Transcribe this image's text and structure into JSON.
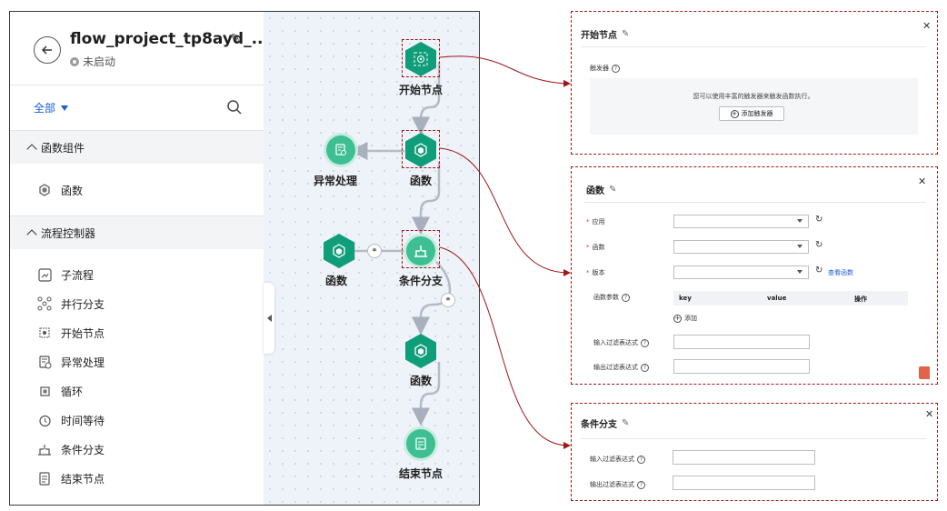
{
  "sidebar": {
    "project_name": "flow_project_tp8ayd_...",
    "status": "未启动",
    "filter_label": "全部",
    "groups": [
      {
        "label": "函数组件",
        "items": [
          {
            "label": "函数",
            "icon": "function-icon"
          }
        ]
      },
      {
        "label": "流程控制器",
        "items": [
          {
            "label": "子流程",
            "icon": "subflow-icon"
          },
          {
            "label": "并行分支",
            "icon": "parallel-branch-icon"
          },
          {
            "label": "开始节点",
            "icon": "start-node-icon"
          },
          {
            "label": "异常处理",
            "icon": "exception-icon"
          },
          {
            "label": "循环",
            "icon": "loop-icon"
          },
          {
            "label": "时间等待",
            "icon": "clock-icon"
          },
          {
            "label": "条件分支",
            "icon": "condition-branch-icon"
          },
          {
            "label": "结束节点",
            "icon": "end-node-icon"
          }
        ]
      }
    ]
  },
  "canvas": {
    "nodes": {
      "start": "开始节点",
      "function_1": "函数",
      "exception": "异常处理",
      "function_2": "函数",
      "condition": "条件分支",
      "function_3": "函数",
      "end": "结束节点"
    },
    "node_color": "#0f9d7a",
    "light_node_color": "#3ebf93"
  },
  "start_panel": {
    "title": "开始节点",
    "trigger_label": "触发器",
    "empty_text": "您可以使用丰富的触发器来触发函数执行。",
    "add_trigger_label": "添加触发器"
  },
  "function_panel": {
    "title": "函数",
    "app_label": "应用",
    "function_label": "函数",
    "version_label": "版本",
    "view_function_link": "查看函数",
    "params_label": "函数参数",
    "params_headers": [
      "key",
      "value",
      "操作"
    ],
    "add_label": "添加",
    "input_filter_label": "输入过滤表达式",
    "output_filter_label": "输出过滤表达式"
  },
  "condition_panel": {
    "title": "条件分支",
    "input_filter_label": "输入过滤表达式",
    "output_filter_label": "输出过滤表达式"
  },
  "colors": {
    "accent": "#1a5bd6",
    "highlight": "#a01818",
    "required": "#e23b3b"
  }
}
